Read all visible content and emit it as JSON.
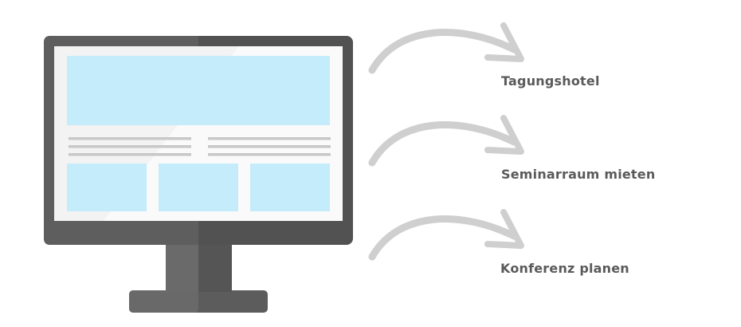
{
  "labels": [
    "Tagungshotel",
    "Seminarraum mieten",
    "Konferenz planen"
  ],
  "colors": {
    "monitor_dark": "#4f4f4f",
    "monitor_light": "#666666",
    "screen_bg": "#f3f3f3",
    "block": "#c4ecfb",
    "text_line": "#c8c8c8",
    "arrow": "#cfcfcf",
    "label_text": "#5a5a5a"
  },
  "icons": [
    "monitor-icon",
    "curved-arrow-icon"
  ]
}
